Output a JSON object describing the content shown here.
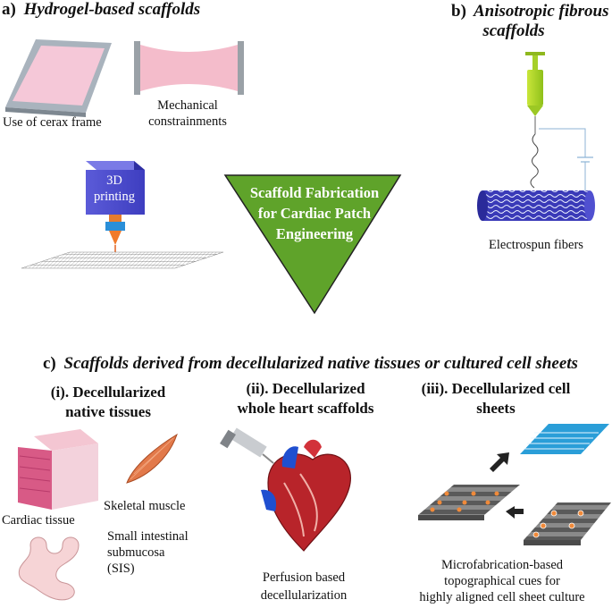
{
  "panel_a": {
    "letter": "a)",
    "title": "Hydrogel-based scaffolds",
    "frame_label": "Use of cerax frame",
    "mech_label_1": "Mechanical",
    "mech_label_2": "constrainments",
    "printer_label_1": "3D",
    "printer_label_2": "printing"
  },
  "center": {
    "line1": "Scaffold Fabrication",
    "line2": "for Cardiac Patch",
    "line3": "Engineering",
    "color": "#5fa32a"
  },
  "panel_b": {
    "letter": "b)",
    "title_1": "Anisotropic fibrous",
    "title_2": "scaffolds",
    "fibers_label": "Electrospun fibers"
  },
  "panel_c": {
    "letter": "c)",
    "title": "Scaffolds derived from decellularized native tissues or cultured cell sheets",
    "sub_i_1": "(i). Decellularized",
    "sub_i_2": "native tissues",
    "cardiac_label": "Cardiac tissue",
    "skeletal_label": "Skeletal muscle",
    "sis_1": "Small intestinal",
    "sis_2": "submucosa",
    "sis_3": "(SIS)",
    "sub_ii_1": "(ii). Decellularized",
    "sub_ii_2": "whole heart scaffolds",
    "perfusion_1": "Perfusion based",
    "perfusion_2": "decellularization",
    "sub_iii_1": "(iii). Decellularized cell",
    "sub_iii_2": "sheets",
    "micro_1": "Microfabrication-based",
    "micro_2": "topographical cues for",
    "micro_3": "highly aligned cell sheet culture"
  }
}
